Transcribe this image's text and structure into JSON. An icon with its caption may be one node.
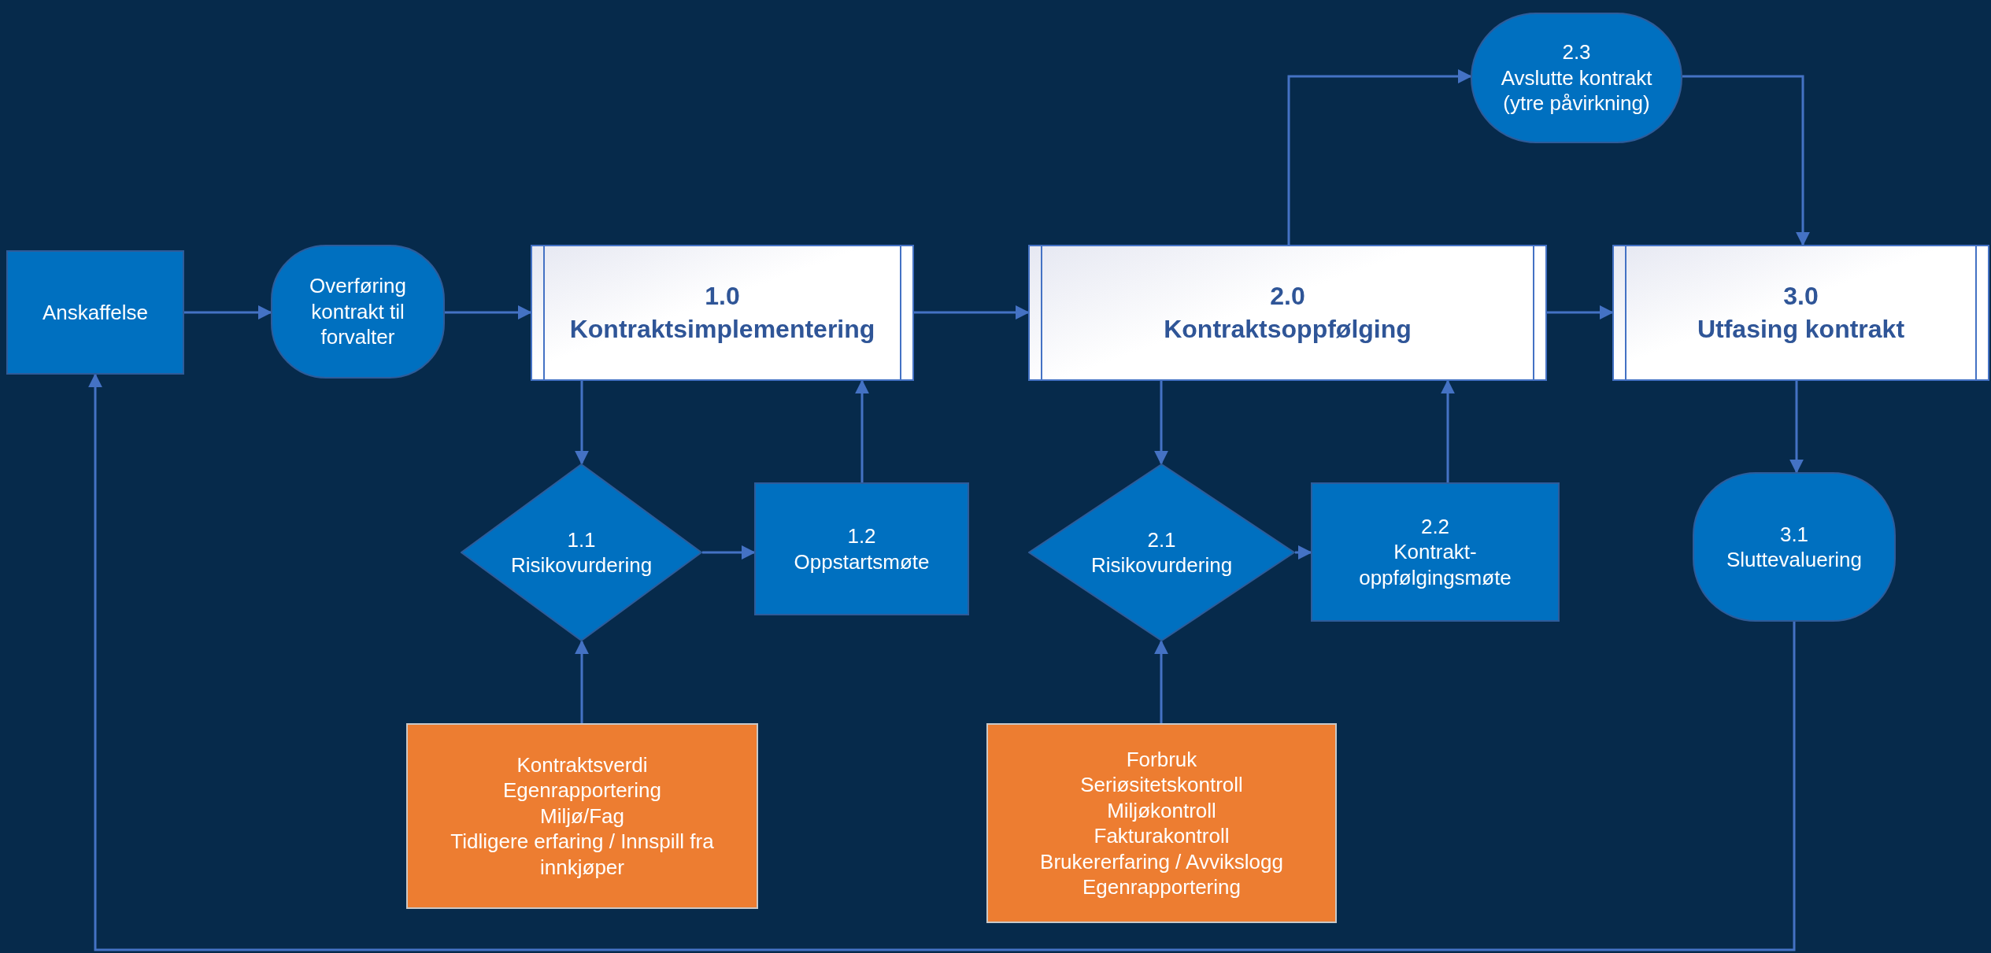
{
  "diagram": {
    "nodes": [
      {
        "text": [
          "Anskaffelse"
        ]
      },
      {
        "text": [
          "Overføring kontrakt til forvalter"
        ]
      },
      {
        "text": [
          "1.0",
          "Kontraktsimplementering"
        ]
      },
      {
        "text": [
          "2.0",
          "Kontraktsoppfølging"
        ]
      },
      {
        "text": [
          "3.0",
          "Utfasing kontrakt"
        ]
      },
      {
        "text": [
          "2.3",
          "Avslutte kontrakt (ytre påvirkning)"
        ]
      },
      {
        "text": [
          "1.1",
          "Risikovurdering"
        ]
      },
      {
        "text": [
          "1.2",
          "Oppstartsmøte"
        ]
      },
      {
        "text": [
          "2.1",
          "Risikovurdering"
        ]
      },
      {
        "text": [
          "2.2",
          "Kontrakt-oppfølgingsmøte"
        ]
      },
      {
        "text": [
          "3.1",
          "Sluttevaluering"
        ]
      },
      {
        "text": [
          "Kontraktsverdi",
          "Egenrapportering",
          "Miljø/Fag",
          "Tidligere erfaring / Innspill fra innkjøper"
        ]
      },
      {
        "text": [
          "Forbruk",
          "Seriøsitetskontroll",
          "Miljøkontroll",
          "Fakturakontroll",
          "Brukererfaring / Avvikslogg",
          "Egenrapportering"
        ]
      }
    ],
    "edges": [
      {
        "from": 0,
        "to": 1,
        "arrow": "to"
      },
      {
        "from": 1,
        "to": 2,
        "arrow": "to"
      },
      {
        "from": 2,
        "to": 3,
        "arrow": "to"
      },
      {
        "from": 3,
        "to": 4,
        "arrow": "to"
      },
      {
        "from": 2,
        "to": 6,
        "arrow": "to"
      },
      {
        "from": 6,
        "to": 7,
        "arrow": "to"
      },
      {
        "from": 7,
        "to": 2,
        "arrow": "to"
      },
      {
        "from": 11,
        "to": 6,
        "arrow": "to"
      },
      {
        "from": 3,
        "to": 8,
        "arrow": "to"
      },
      {
        "from": 8,
        "to": 9,
        "arrow": "to"
      },
      {
        "from": 9,
        "to": 3,
        "arrow": "to"
      },
      {
        "from": 12,
        "to": 8,
        "arrow": "to"
      },
      {
        "from": 3,
        "to": 5,
        "arrow": "to"
      },
      {
        "from": 5,
        "to": 4,
        "arrow": "to"
      },
      {
        "from": 4,
        "to": 10,
        "arrow": "to"
      },
      {
        "from": 10,
        "to": 0,
        "arrow": "to"
      }
    ]
  }
}
